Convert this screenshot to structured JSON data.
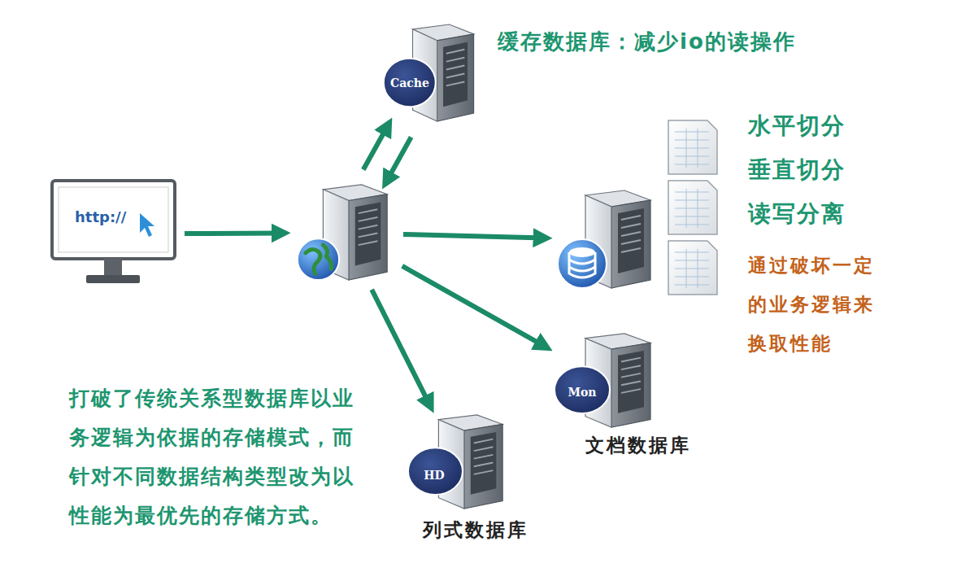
{
  "diagram": {
    "nodes": [
      {
        "text": [
          "http://"
        ]
      },
      {
        "text": []
      },
      {
        "text": [
          "Cache",
          "缓存数据库：减少io的读操作"
        ]
      },
      {
        "text": [
          "水平切分",
          "垂直切分",
          "读写分离",
          "通过破坏一定的业务逻辑来换取性能"
        ]
      },
      {
        "text": [
          "Mon",
          "文档数据库"
        ]
      },
      {
        "text": [
          "HD",
          "列式数据库"
        ]
      }
    ],
    "edges": [
      {
        "from": 0,
        "to": 1,
        "arrow": "to"
      },
      {
        "from": 1,
        "to": 2,
        "arrow": "to"
      },
      {
        "from": 2,
        "to": 1,
        "arrow": "to"
      },
      {
        "from": 1,
        "to": 3,
        "arrow": "to"
      },
      {
        "from": 1,
        "to": 4,
        "arrow": "to"
      },
      {
        "from": 1,
        "to": 5,
        "arrow": "to"
      }
    ],
    "labels": [
      "打破了传统关系型数据库以业务逻辑为依据的存储模式，而针对不同数据结构类型改为以性能为最优先的存储方式。"
    ]
  }
}
